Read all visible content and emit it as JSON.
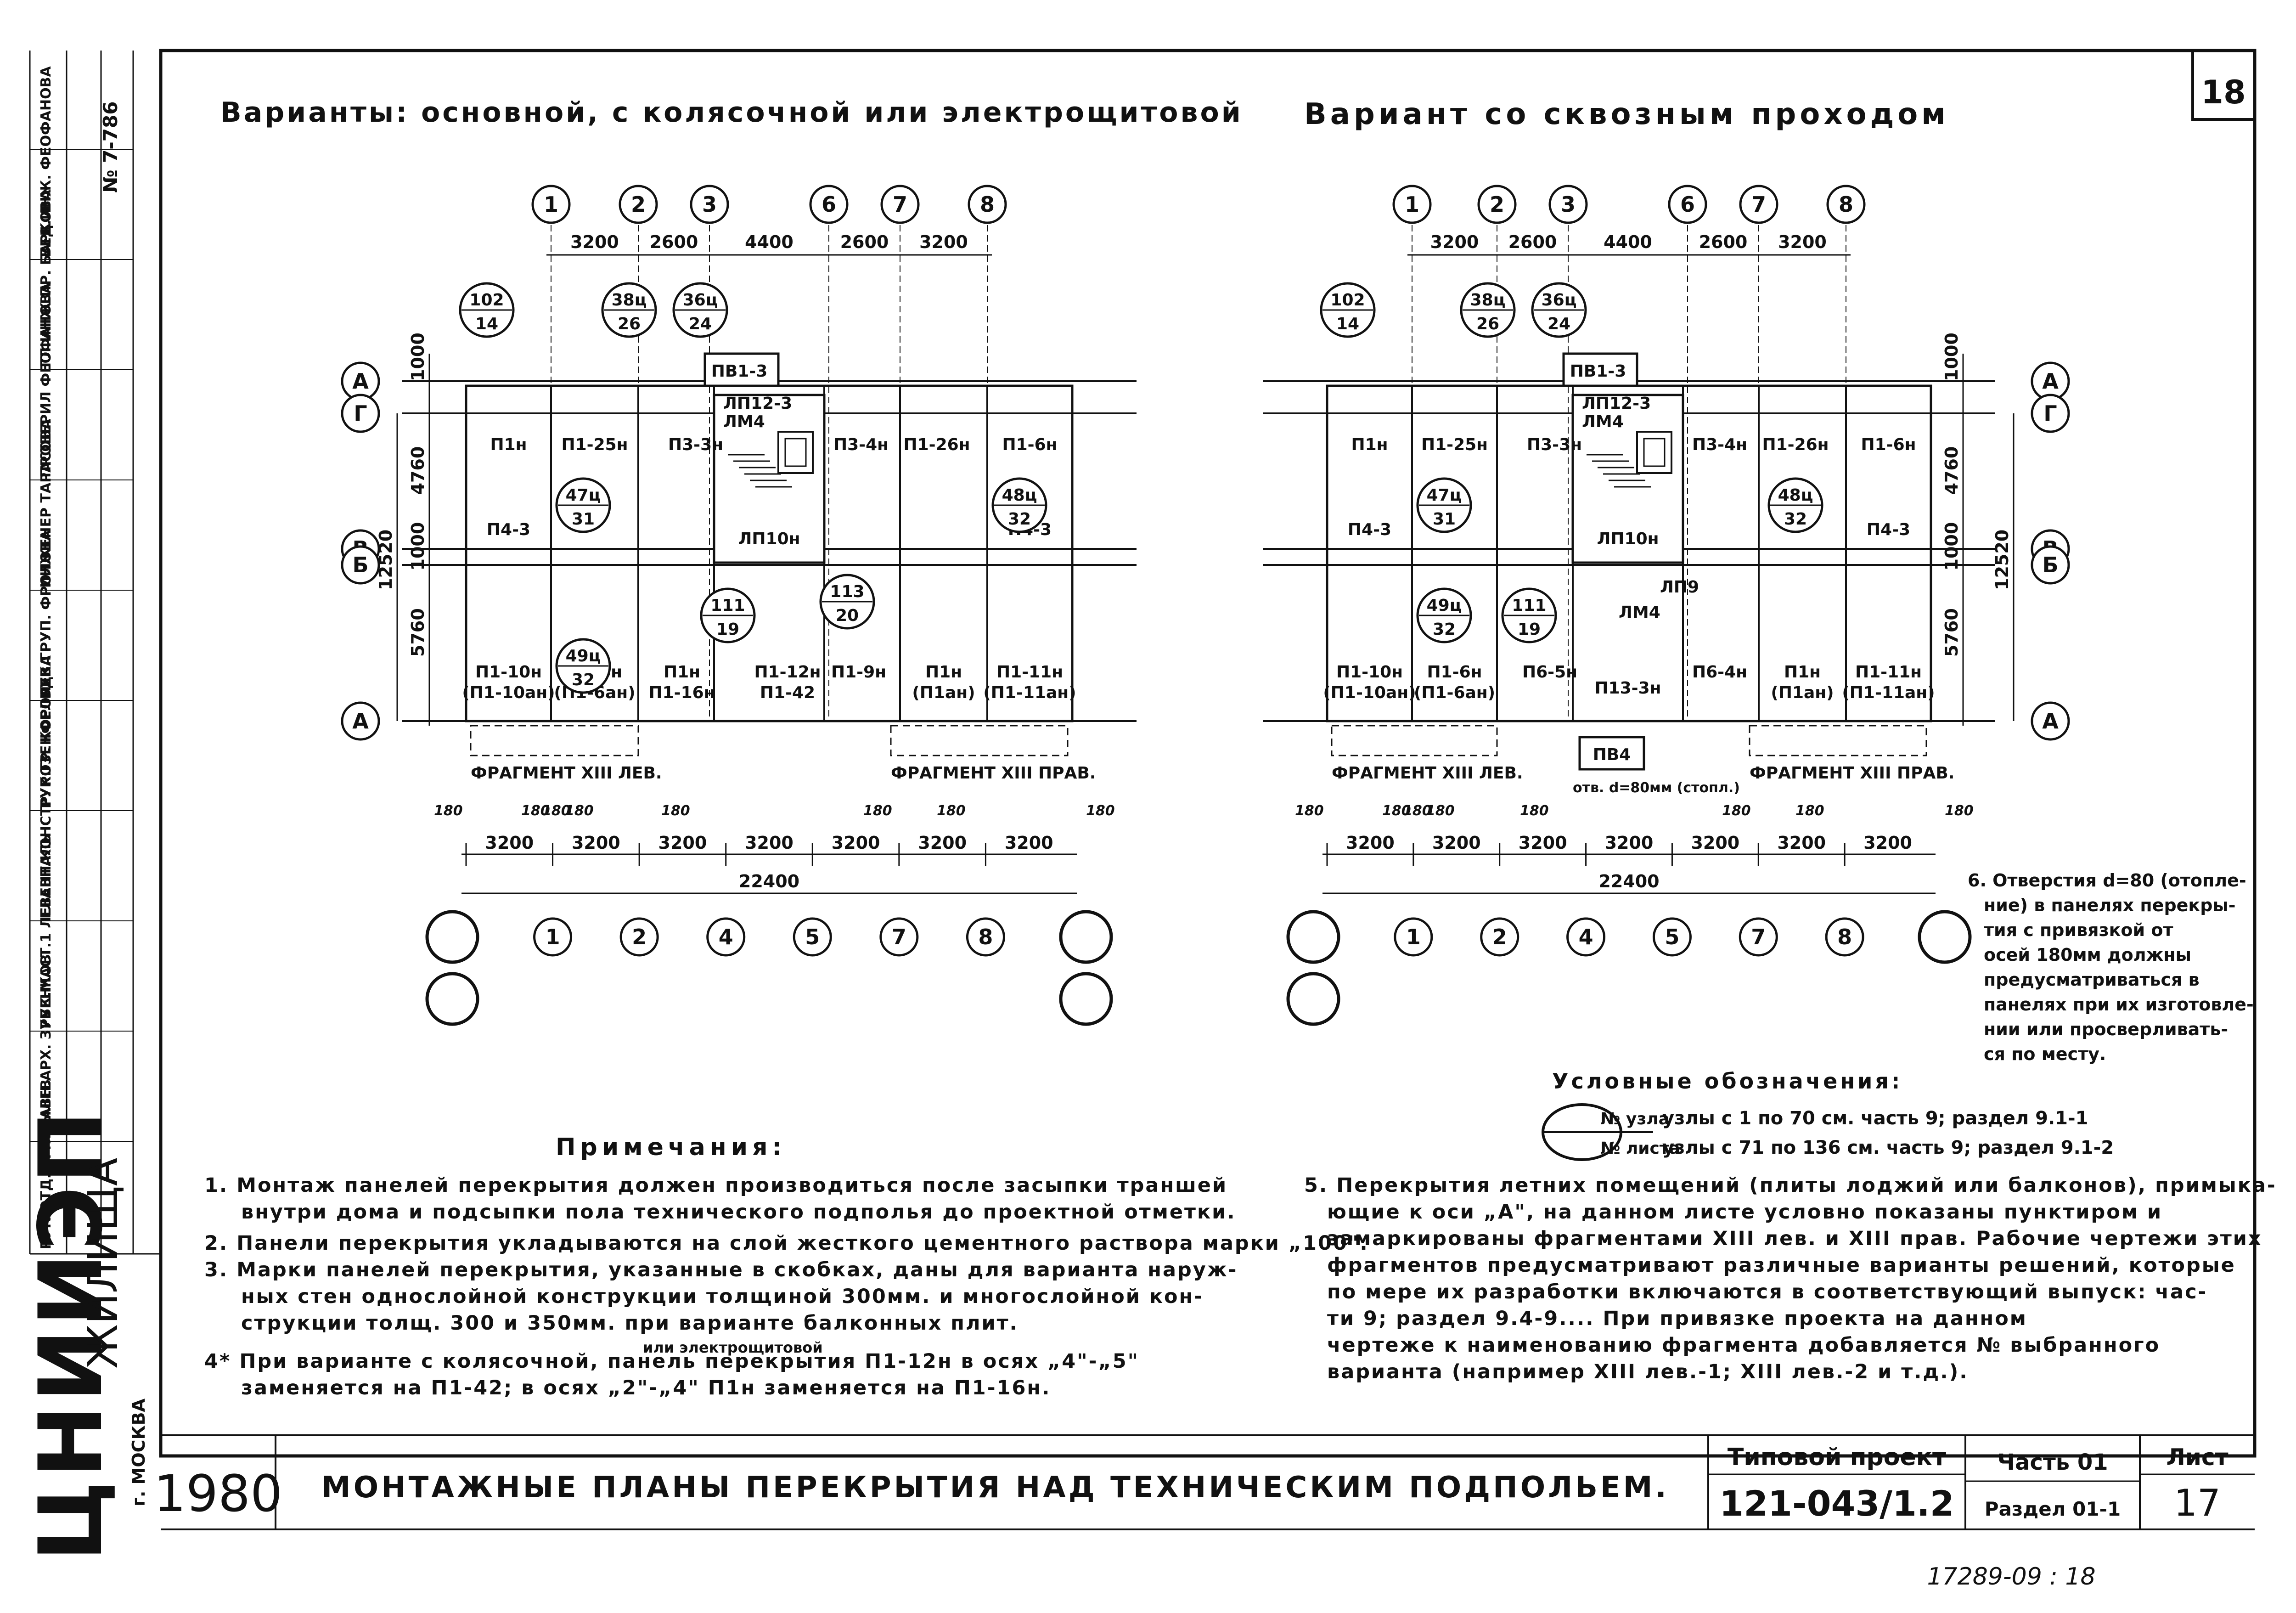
{
  "sheet": {
    "number": "18",
    "title": "МОНТАЖНЫЕ ПЛАНЫ ПЕРЕКРЫТИЯ НАД ТЕХНИЧЕСКИМ ПОДПОЛЬЕМ.",
    "year": "1980",
    "project_label": "Типовой проект",
    "project_number": "121-043/1.2",
    "part": "Часть 01",
    "section": "Раздел 01-1",
    "sheet_label": "Лист",
    "sheet_no": "17",
    "org_big": "ЦНИИЭП",
    "org_sub": "ЖИЛИЩА",
    "city": "г. МОСКВА",
    "archive_number": "17289-09 : 18",
    "inv_number": "№ 7-786",
    "side_stamp": [
      "РУК.ОТД.1 МУЗЫЛЕВ",
      "ГЛАВН.АРХ. ЗУБЕНКОВ",
      "РУК.МАСТ.1 ЛЕВЕНТАЛЬ",
      "ГЛАВН.КОНСТР. РОЗЕНФЕЛЬД",
      "РУК.ГР. КОРОЛЕВА",
      "РУК.ГРУП. ФРОЛОВА",
      "ИНЖЕНЕР ТАРАСОВА",
      "ПРОВЕРИЛ ФЕОФАНОВА",
      "ГЛ.ИНЖ.ПР. БАРКОВА",
      "ВЕД.ИНЖ. ФЕОФАНОВА"
    ]
  },
  "left_plan": {
    "title": "Варианты: основной, с колясочной или электрощитовой",
    "top_axes": [
      "1",
      "2",
      "3",
      "6",
      "7",
      "8"
    ],
    "top_dims": [
      "3200",
      "2600",
      "4400",
      "2600",
      "3200"
    ],
    "bottom_axes": [
      "1",
      "2",
      "4",
      "5",
      "7",
      "8"
    ],
    "bottom_dims": [
      "3200",
      "3200",
      "3200",
      "3200",
      "3200",
      "3200",
      "3200"
    ],
    "total": "22400",
    "side_axes": [
      "А",
      "Г",
      "В",
      "Б",
      "А"
    ],
    "side_dims": [
      "1000",
      "4760",
      "1000",
      "5760",
      "12520"
    ],
    "panels": [
      "П1н",
      "П1-25н",
      "П3-3н",
      "П3-4н",
      "П1-26н",
      "П1-6н",
      "П4-3",
      "П4-3",
      "П1-10н",
      "(П1-10ан)",
      "П1-6н",
      "(П1-6ан)",
      "П1н",
      "П1-16н",
      "П1-12н",
      "П1-42",
      "П1-9н",
      "П1н",
      "(П1ан)",
      "П1-11н",
      "(П1-11ан)"
    ],
    "stair": [
      "ЛП12-3",
      "ЛМ4",
      "ЛП10н",
      "ПВ1-3"
    ],
    "nodes": [
      [
        "102",
        "14"
      ],
      [
        "38ц",
        "26"
      ],
      [
        "36ц",
        "24"
      ],
      [
        "47ц",
        "31"
      ],
      [
        "48ц",
        "32"
      ],
      [
        "49ц",
        "32"
      ],
      [
        "111",
        "19"
      ],
      [
        "113",
        "20"
      ]
    ],
    "fragments": [
      "ФРАГМЕНТ XIII ЛЕВ.",
      "ФРАГМЕНТ XIII ПРАВ."
    ],
    "offsets": [
      "180",
      "180",
      "180",
      "180",
      "180",
      "180",
      "180",
      "180"
    ]
  },
  "right_plan": {
    "title": "Вариант со сквозным проходом",
    "top_axes": [
      "1",
      "2",
      "3",
      "6",
      "7",
      "8"
    ],
    "top_dims": [
      "3200",
      "2600",
      "4400",
      "2600",
      "3200"
    ],
    "bottom_axes": [
      "1",
      "2",
      "4",
      "5",
      "7",
      "8"
    ],
    "bottom_dims": [
      "3200",
      "3200",
      "3200",
      "3200",
      "3200",
      "3200",
      "3200"
    ],
    "total": "22400",
    "side_axes": [
      "А",
      "Г",
      "В",
      "Б",
      "А"
    ],
    "side_dims": [
      "1000",
      "4760",
      "1000",
      "5760",
      "12520"
    ],
    "panels": [
      "П1н",
      "П1-25н",
      "П3-3н",
      "П3-4н",
      "П1-26н",
      "П1-6н",
      "П4-3",
      "П4-3",
      "П1-10н",
      "(П1-10ан)",
      "П1-6н",
      "(П1-6ан)",
      "П6-5н",
      "П6-4н",
      "П1н",
      "(П1ан)",
      "П1-11н",
      "(П1-11ан)",
      "П13-3н"
    ],
    "stair": [
      "ЛП12-3",
      "ЛМ4",
      "ЛП10н",
      "ПВ1-3",
      "ЛП9",
      "ЛМ4",
      "ПВ4"
    ],
    "nodes": [
      [
        "102",
        "14"
      ],
      [
        "38ц",
        "26"
      ],
      [
        "36ц",
        "24"
      ],
      [
        "47ц",
        "31"
      ],
      [
        "48ц",
        "32"
      ],
      [
        "49ц",
        "32"
      ],
      [
        "111",
        "19"
      ]
    ],
    "hole_note": "отв. d=80мм (стопл.)",
    "fragments": [
      "ФРАГМЕНТ XIII ЛЕВ.",
      "ФРАГМЕНТ XIII ПРАВ."
    ],
    "offsets": [
      "180",
      "180",
      "180",
      "180",
      "180",
      "180",
      "180",
      "180"
    ]
  },
  "legend": {
    "title": "Условные обозначения:",
    "top": "№ узла",
    "bottom": "№ листа",
    "line1": "узлы с 1 по 70 см. часть 9; раздел 9.1-1",
    "line2": "узлы с 71 по 136 см. часть 9; раздел 9.1-2"
  },
  "note6": [
    "6. Отверстия d=80 (отопле-",
    "ние) в панелях перекры-",
    "тия с привязкой от",
    "осей 180мм должны",
    "предусматриваться в",
    "панелях при их изготовле-",
    "нии или просверливать-",
    "ся по месту."
  ],
  "notes_title": "Примечания:",
  "notes_left": [
    "1. Монтаж панелей перекрытия должен производиться после засыпки траншей",
    "внутри дома и подсыпки пола технического подполья до проектной отметки.",
    "2. Панели перекрытия укладываются на слой жесткого цементного раствора марки „100\".",
    "3. Марки панелей перекрытия, указанные в скобках, даны для варианта наруж-",
    "ных стен однослойной конструкции толщиной 300мм. и многослойной кон-",
    "струкции толщ. 300 и 350мм. при варианте балконных плит.",
    "4* При варианте с колясочной, панель перекрытия П1-12н в осях „4\"-„5\"",
    "заменяется на П1-42; в осях „2\"-„4\" П1н заменяется на П1-16н."
  ],
  "notes_left_insert": "или электрощитовой",
  "notes_right": [
    "5. Перекрытия летних помещений (плиты лоджий или балконов), примыка-",
    "ющие к оси „А\", на данном листе условно показаны пунктиром и",
    "замаркированы фрагментами XIII лев. и XIII прав. Рабочие чертежи этих",
    "фрагментов предусматривают различные варианты решений, которые",
    "по мере их разработки включаются в соответствующий выпуск: час-",
    "ти 9; раздел 9.4-9.... При привязке проекта на данном",
    "чертеже к наименованию фрагмента добавляется № выбранного",
    "варианта (например XIII лев.-1; XIII лев.-2 и т.д.)."
  ]
}
